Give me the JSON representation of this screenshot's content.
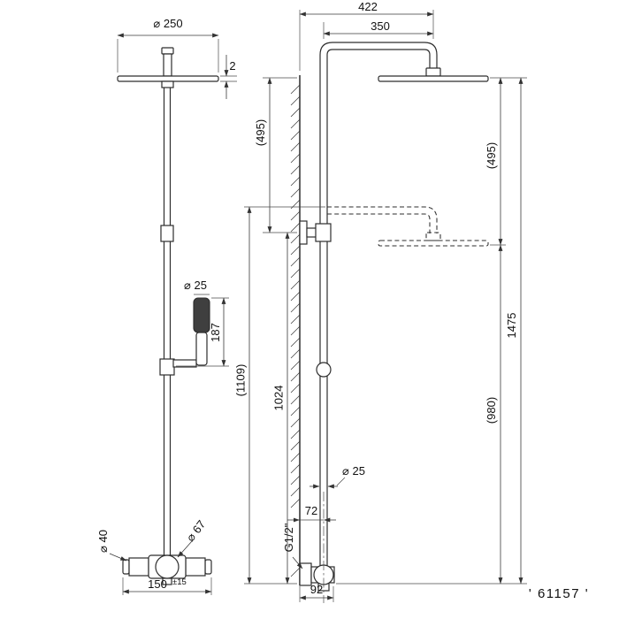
{
  "drawing": {
    "part_number": "' 61157 '",
    "colors": {
      "line": "#2d2d2d",
      "text": "#111111",
      "background": "#ffffff"
    },
    "front_view": {
      "dim_head_diameter": "⌀ 250",
      "dim_head_thickness": "2",
      "dim_handshower_diameter": "⌀ 25",
      "dim_handshower_length": "187",
      "dim_valve_knob_diameter": "⌀ 40",
      "dim_valve_body_diameter": "⌀ 67",
      "dim_inlet_spacing": "150",
      "dim_inlet_tolerance": "±15"
    },
    "side_view": {
      "dim_total_reach": "422",
      "dim_arm_reach": "350",
      "dim_head_drop_left": "(495)",
      "dim_head_drop_right": "(495)",
      "dim_total_height": "1475",
      "dim_lower_span": "(980)",
      "dim_column_span": "1024",
      "dim_column_span_alt": "(1109)",
      "dim_pipe_diameter": "⌀ 25",
      "dim_outlet_offset": "72",
      "dim_thread": "G1/2\"",
      "dim_outlet_depth": "92"
    }
  }
}
